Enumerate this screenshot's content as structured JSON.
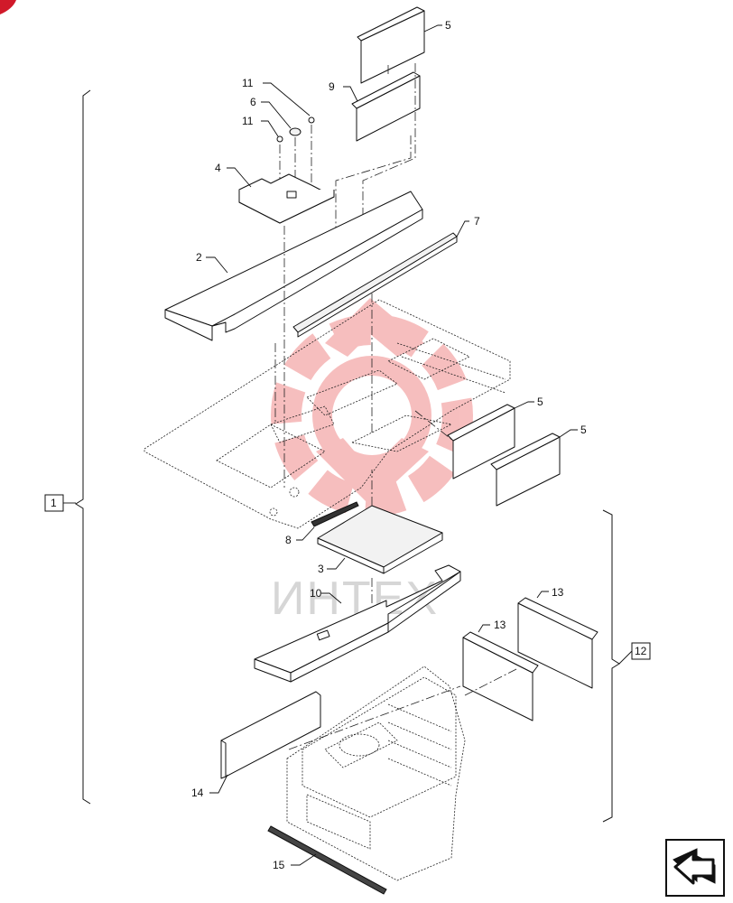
{
  "callouts": {
    "c1": "1",
    "c2": "2",
    "c3": "3",
    "c4": "4",
    "c5a": "5",
    "c5b": "5",
    "c5c": "5",
    "c6": "6",
    "c7": "7",
    "c8": "8",
    "c9": "9",
    "c10": "10",
    "c11a": "11",
    "c11b": "11",
    "c12": "12",
    "c13a": "13",
    "c13b": "13",
    "c14": "14",
    "c15": "15"
  },
  "watermark": {
    "text": "ИНТЕХ",
    "color": "#f4a5a5"
  },
  "nav": {
    "icon": "return-arrow-icon"
  },
  "colors": {
    "line": "#111111",
    "watermark_red": "#f08a8a",
    "watermark_gray": "#d6d6d6"
  }
}
